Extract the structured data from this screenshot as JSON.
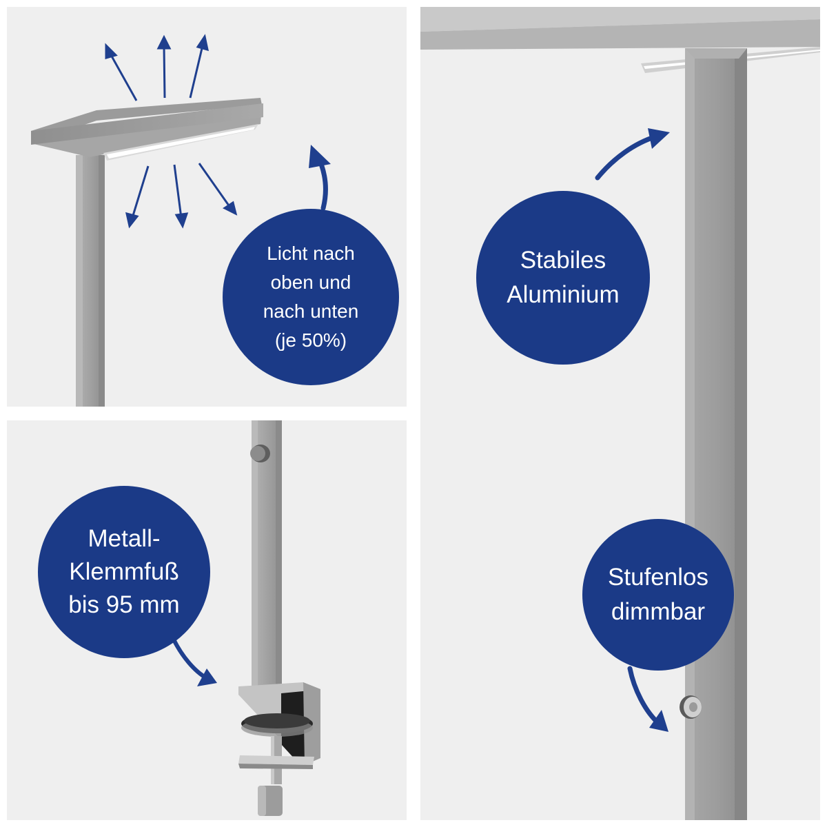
{
  "badges": {
    "light_direction": {
      "line1": "Licht nach",
      "line2": "oben und",
      "line3": "nach unten",
      "line4": "(je 50%)"
    },
    "clamp": {
      "line1": "Metall-",
      "line2": "Klemmfuß",
      "line3": "bis 95 mm"
    },
    "material": {
      "line1": "Stabiles",
      "line2": "Aluminium"
    },
    "dimming": {
      "line1": "Stufenlos",
      "line2": "dimmbar"
    }
  },
  "colors": {
    "badge_blue": "#1b3a87",
    "arrow_blue": "#1f3f8e",
    "panel_bg": "#efefef",
    "aluminium": "#a3a3a3"
  },
  "icons": [
    "arrow-up-icon",
    "arrow-down-icon",
    "curved-arrow-icon"
  ]
}
